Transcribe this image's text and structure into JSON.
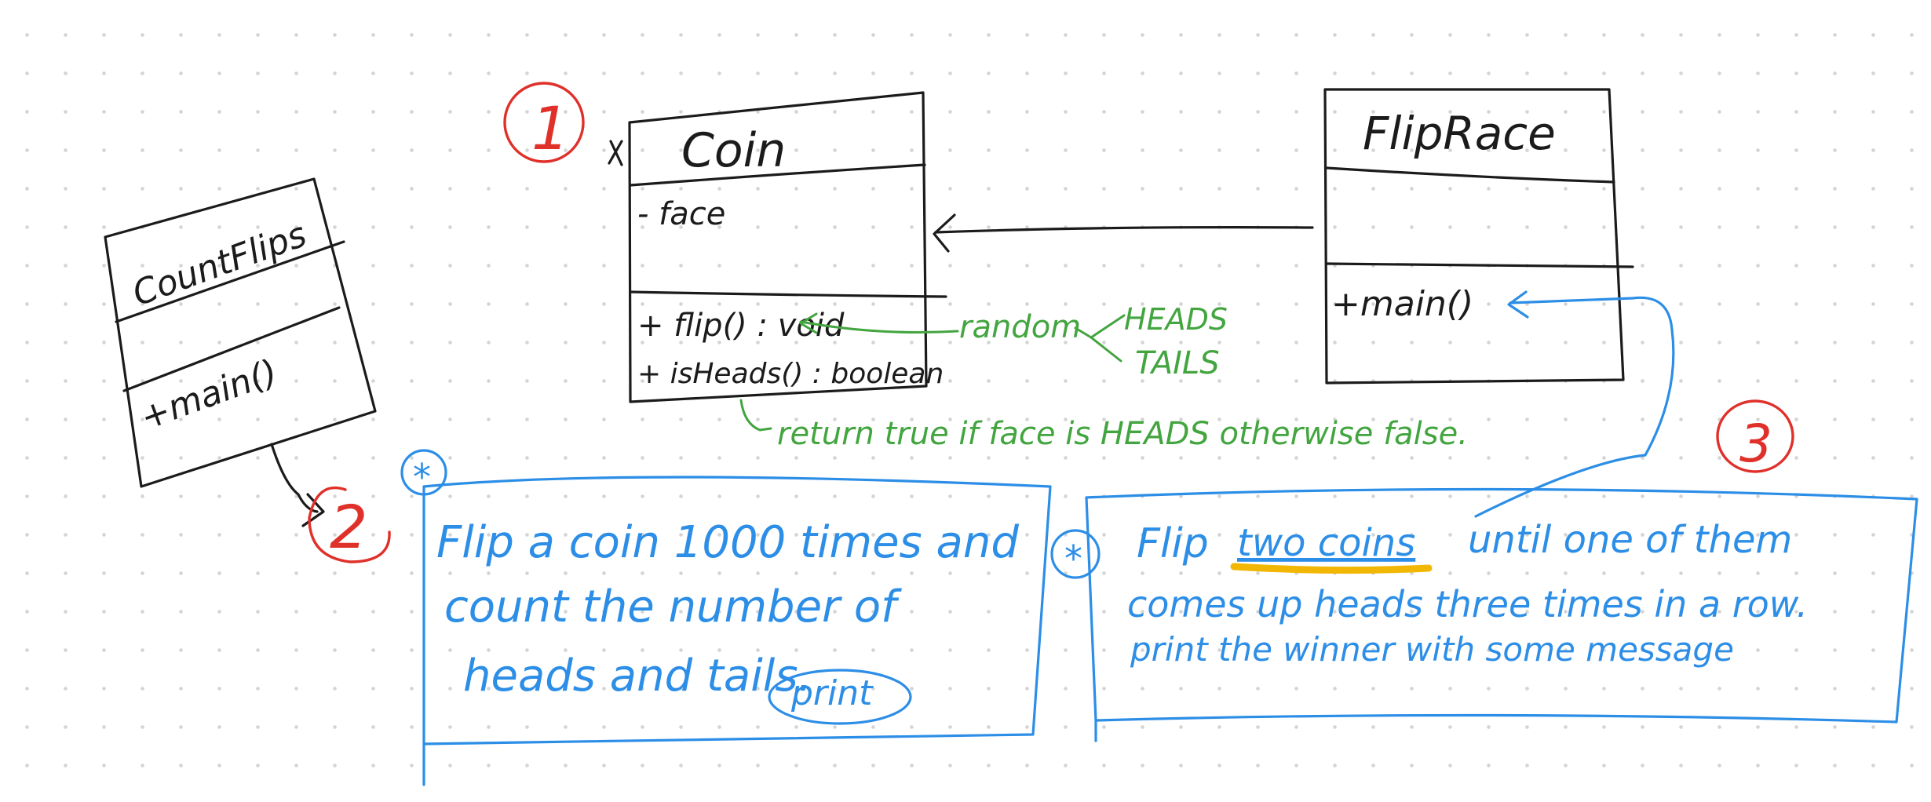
{
  "classes": {
    "coin": {
      "name": "Coin",
      "attributes": [
        "- face"
      ],
      "methods": [
        "+ flip() : void",
        "+ isHeads() : boolean"
      ]
    },
    "fliprace": {
      "name": "FlipRace",
      "methods": [
        "+main()"
      ]
    },
    "countflips": {
      "name": "CountFlips",
      "methods": [
        "+main()"
      ]
    }
  },
  "markers": {
    "one": "1",
    "two": "2",
    "three": "3",
    "star": "*"
  },
  "notes": {
    "flip_random": "random",
    "heads": "HEADS",
    "tails": "TAILS",
    "is_heads_return": "return true if face is HEADS otherwise false."
  },
  "task_two": {
    "line1": "Flip a coin 1000 times and",
    "line2": "count the number of",
    "line3": "heads and tails.",
    "circled": "print"
  },
  "task_three": {
    "line1_pre": "Flip",
    "line1_underlined": "two coins",
    "line1_post": "until one of them",
    "line2": "comes up heads three times in a row.",
    "line3": "print the winner with some message"
  },
  "colors": {
    "ink": "#1b1b1b",
    "marker_red": "#e0302a",
    "note_green": "#43a53f",
    "task_blue": "#2c8ee6",
    "highlight": "#f2b705"
  }
}
